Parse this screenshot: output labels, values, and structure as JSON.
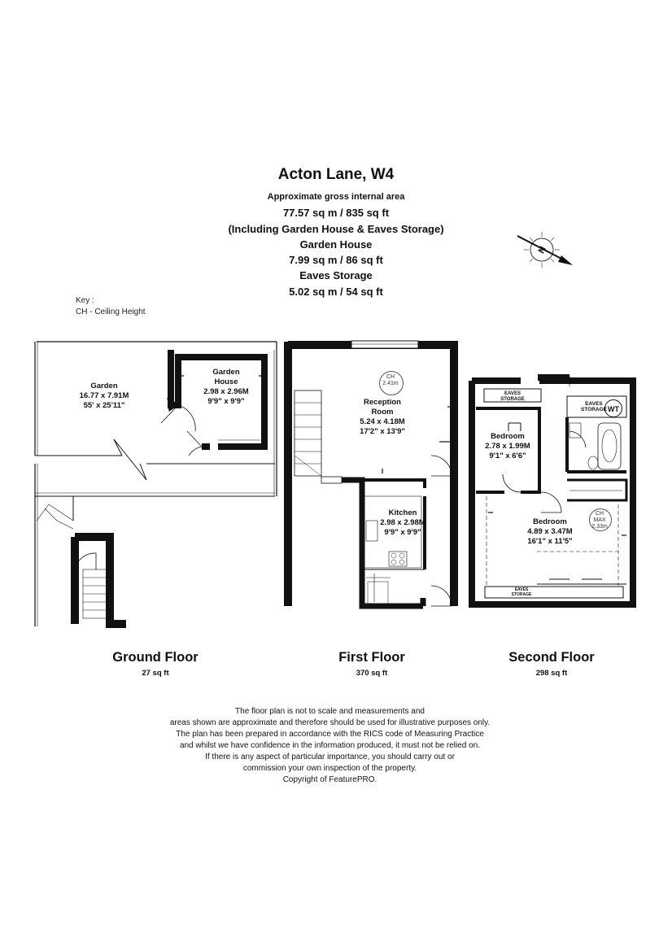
{
  "header": {
    "title": "Acton Lane, W4",
    "line1": "Approximate gross internal area",
    "line2": "77.57 sq m /  835 sq ft",
    "line3": "(Including Garden House & Eaves Storage)",
    "line4": "Garden House",
    "line5": "7.99 sq m /  86 sq ft",
    "line6": "Eaves Storage",
    "line7": "5.02 sq m /  54 sq ft"
  },
  "key": {
    "line1": "Key :",
    "line2": "CH - Ceiling Height"
  },
  "compass": {
    "letter": "N",
    "icon": "compass-north-icon"
  },
  "rooms": {
    "garden": {
      "name": "Garden",
      "metric": "16.77 x 7.91M",
      "imperial": "55' x 25'11\""
    },
    "garden_house": {
      "name1": "Garden",
      "name2": "House",
      "metric": "2.98 x 2.96M",
      "imperial": "9'9\" x 9'9\""
    },
    "reception": {
      "name1": "Reception",
      "name2": "Room",
      "metric": "5.24 x 4.18M",
      "imperial": "17'2\" x 13'9\"",
      "ch_label": "CH",
      "ch_value": "2.41m"
    },
    "kitchen": {
      "name": "Kitchen",
      "metric": "2.98 x 2.98M",
      "imperial": "9'9\" x 9'9\""
    },
    "bedroom_small": {
      "name": "Bedroom",
      "metric": "2.78 x 1.99M",
      "imperial": "9'1\" x 6'6\""
    },
    "bedroom_large": {
      "name": "Bedroom",
      "metric": "4.89 x 3.47M",
      "imperial": "16'1\" x 11'5\"",
      "ch_label": "CH",
      "ch_max": "MAX",
      "ch_value": "2.33m"
    }
  },
  "eaves_labels": {
    "top_left": {
      "l1": "EAVES",
      "l2": "STORAGE"
    },
    "top_right": {
      "l1": "EAVES",
      "l2": "STORAGE"
    },
    "bottom": {
      "l1": "EAVES",
      "l2": "STORAGE"
    }
  },
  "wt_label": "WT",
  "floors": {
    "ground": {
      "name": "Ground Floor",
      "area": "27 sq ft"
    },
    "first": {
      "name": "First Floor",
      "area": "370 sq ft"
    },
    "second": {
      "name": "Second Floor",
      "area": "298 sq ft"
    }
  },
  "disclaimer": {
    "l1": "The floor plan is not to scale and measurements and",
    "l2": "areas shown are approximate and therefore should be used for illustrative purposes only.",
    "l3": "The plan has been prepared in accordance with the RICS code of Measuring Practice",
    "l4": "and whilst we have confidence in the information produced, it must not be relied on.",
    "l5": "If there is any aspect of particular importance, you should carry out or",
    "l6": "commission your own inspection of the property.",
    "l7": "Copyright of FeaturePRO."
  }
}
